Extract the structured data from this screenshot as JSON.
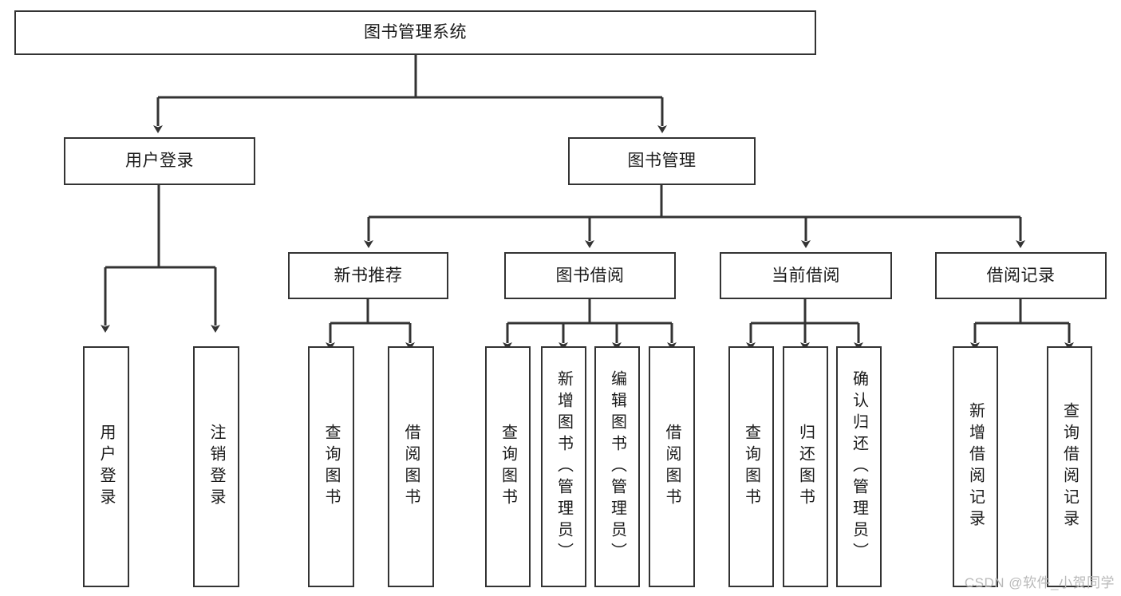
{
  "diagram": {
    "title": "图书管理系统",
    "type": "tree-hierarchy-chart",
    "stroke_color": "#333333",
    "fill_color": "#ffffff",
    "text_color": "#1a1a1a"
  },
  "root": {
    "label": "图书管理系统"
  },
  "level2": [
    {
      "label": "用户登录"
    },
    {
      "label": "图书管理"
    }
  ],
  "level3": [
    {
      "label": "新书推荐"
    },
    {
      "label": "图书借阅"
    },
    {
      "label": "当前借阅"
    },
    {
      "label": "借阅记录"
    }
  ],
  "leaves": [
    {
      "label": "用户登录",
      "parent": "用户登录"
    },
    {
      "label": "注销登录",
      "parent": "用户登录"
    },
    {
      "label": "查询图书",
      "parent": "新书推荐"
    },
    {
      "label": "借阅图书",
      "parent": "新书推荐"
    },
    {
      "label": "查询图书",
      "parent": "图书借阅"
    },
    {
      "label": "新增图书（管理员）",
      "parent": "图书借阅"
    },
    {
      "label": "编辑图书（管理员）",
      "parent": "图书借阅"
    },
    {
      "label": "借阅图书",
      "parent": "图书借阅"
    },
    {
      "label": "查询图书",
      "parent": "当前借阅"
    },
    {
      "label": "归还图书",
      "parent": "当前借阅"
    },
    {
      "label": "确认归还（管理员）",
      "parent": "当前借阅"
    },
    {
      "label": "新增借阅记录",
      "parent": "借阅记录"
    },
    {
      "label": "查询借阅记录",
      "parent": "借阅记录"
    }
  ],
  "watermark": {
    "text": "CSDN @软件_小贺同学"
  }
}
